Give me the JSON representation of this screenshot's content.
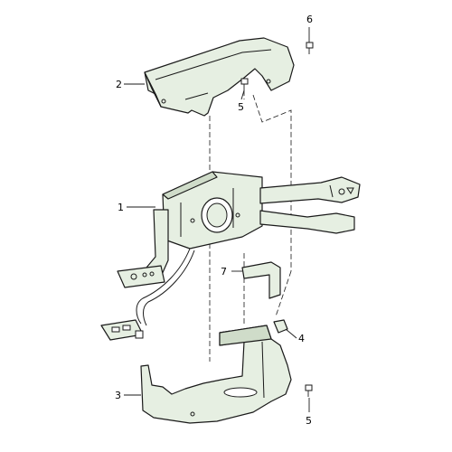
{
  "diagram": {
    "callouts": [
      "1",
      "2",
      "3",
      "4",
      "5",
      "5",
      "6",
      "7"
    ],
    "colors": {
      "part_fill": "#e6efe2",
      "part_shade": "#cfdcc9",
      "line": "#1a1a1a",
      "background": "#ffffff"
    }
  }
}
